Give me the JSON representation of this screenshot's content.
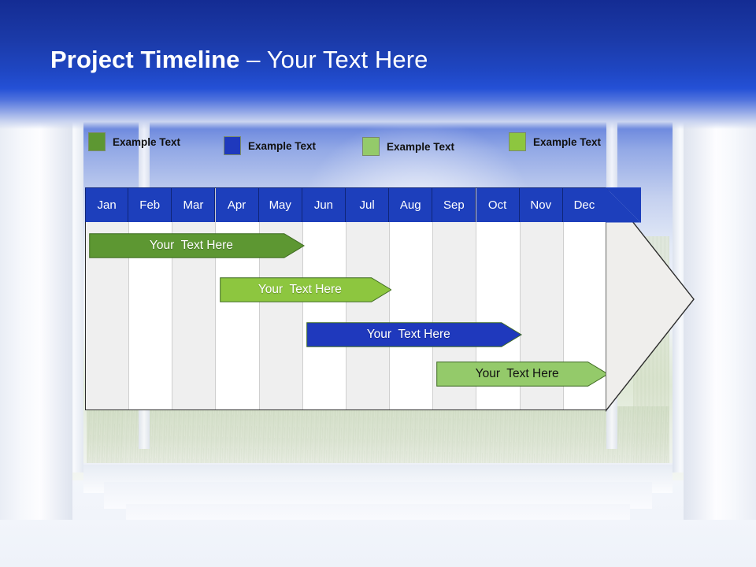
{
  "slide": {
    "title_strong": "Project Timeline",
    "title_separator": " – ",
    "title_light": "Your Text Here",
    "banner_color": "#1b3aa8",
    "accent_blue": "#1d3fbc"
  },
  "legend": {
    "items": [
      {
        "label": "Example Text",
        "color": "#5d9732",
        "swatch_name": "legend-swatch-dark-green"
      },
      {
        "label": "Example Text",
        "color": "#1f39bd",
        "swatch_name": "legend-swatch-blue"
      },
      {
        "label": "Example Text",
        "color": "#94ca6a",
        "swatch_name": "legend-swatch-light-green"
      },
      {
        "label": "Example Text",
        "color": "#8dc63f",
        "swatch_name": "legend-swatch-yellow-green"
      }
    ]
  },
  "chart_data": {
    "type": "bar",
    "chart_kind": "gantt-timeline",
    "title": "Project Timeline – Your Text Here",
    "categories": [
      "Jan",
      "Feb",
      "Mar",
      "Apr",
      "May",
      "Jun",
      "Jul",
      "Aug",
      "Sep",
      "Oct",
      "Nov",
      "Dec"
    ],
    "xlabel": "",
    "ylabel": "",
    "grid": true,
    "legend_position": "top",
    "series": [
      {
        "name": "Your  Text Here",
        "label": "Your  Text Here",
        "color": "#5d9732",
        "text_color": "#ffffff",
        "start_month": "Jan",
        "end_month": "May",
        "start_index": 0,
        "end_index": 4,
        "row": 1
      },
      {
        "name": "Your  Text Here",
        "label": "Your  Text Here",
        "color": "#8dc63f",
        "text_color": "#ffffff",
        "start_month": "Apr",
        "end_month": "Jul",
        "start_index": 3,
        "end_index": 6,
        "row": 2
      },
      {
        "name": "Your  Text Here",
        "label": "Your  Text Here",
        "color": "#1f39bd",
        "text_color": "#ffffff",
        "start_month": "Jun",
        "end_month": "Oct",
        "start_index": 5,
        "end_index": 9,
        "row": 3
      },
      {
        "name": "Your  Text Here",
        "label": "Your  Text Here",
        "color": "#94ca6a",
        "text_color": "#111111",
        "start_month": "Sep",
        "end_month": "Dec",
        "start_index": 8,
        "end_index": 11,
        "row": 4
      }
    ]
  }
}
